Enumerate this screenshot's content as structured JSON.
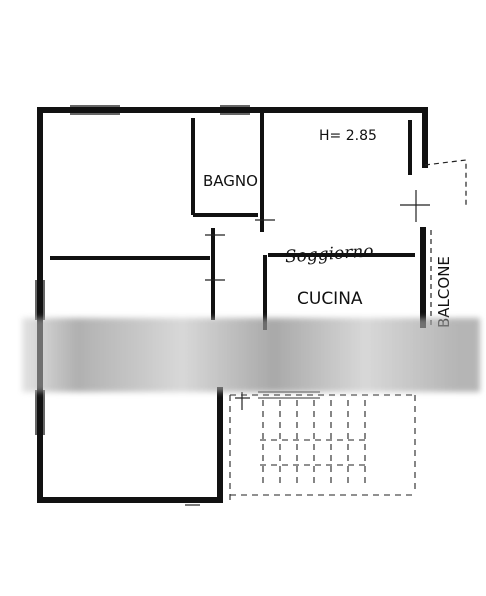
{
  "rooms": {
    "bagno": "BAGNO",
    "height_note": "H= 2.85",
    "soggiorno_scribble": "Soggiorno",
    "cucina": "CUCINA",
    "balcone": "BALCONE"
  },
  "colors": {
    "ink": "#111111",
    "paper": "#ffffff",
    "blur": "#9a9a9a"
  }
}
